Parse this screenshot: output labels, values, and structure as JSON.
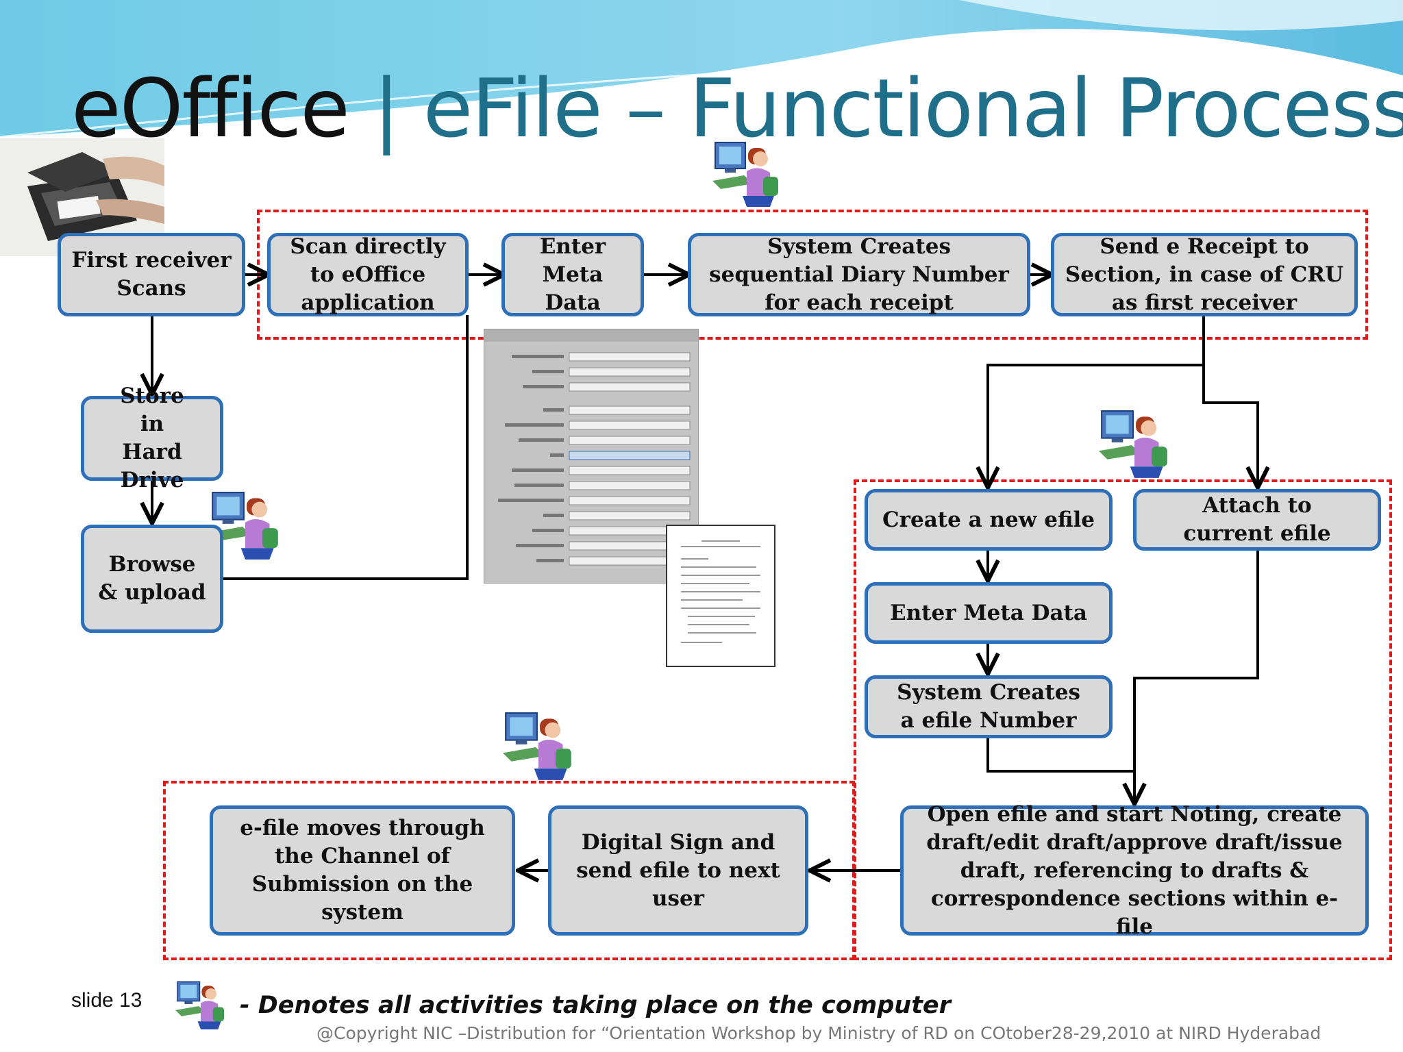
{
  "title": {
    "part1": "eOffice",
    "separator": " | ",
    "part2": "eFile – Functional Process"
  },
  "nodes": {
    "first_receiver": "First receiver Scans",
    "scan_directly": "Scan directly to eOffice application",
    "enter_meta_top": "Enter Meta Data",
    "system_diary": "System Creates sequential Diary Number for each receipt",
    "send_receipt": "Send e Receipt to Section, in case of CRU as first receiver",
    "store_hard_drive": "Store in Hard Drive",
    "browse_upload": "Browse & upload",
    "create_new_efile": "Create a new efile",
    "attach_current": "Attach to current efile",
    "enter_meta_right": "Enter Meta Data",
    "system_efile_number": "System Creates a efile Number",
    "open_efile": "Open efile and start Noting, create draft/edit draft/approve draft/issue draft, referencing to drafts & correspondence sections within e-file",
    "digital_sign": "Digital Sign and send efile to next user",
    "efile_moves": "e-file moves through the Channel of Submission on the system"
  },
  "legend": "- Denotes all activities taking place on the computer",
  "slide_number": "slide 13",
  "copyright": "@Copyright NIC –Distribution for “Orientation Workshop by Ministry of RD on COtober28-29,2010 at NIRD Hyderabad",
  "icons": [
    "computer-user-icon",
    "scanner-image",
    "metadata-form-screenshot",
    "document-page-image"
  ],
  "colors": {
    "box_fill": "#d9d9d9",
    "box_border": "#2e6fba",
    "dash": "#e01b1b",
    "title_accent": "#1f6f8b"
  }
}
